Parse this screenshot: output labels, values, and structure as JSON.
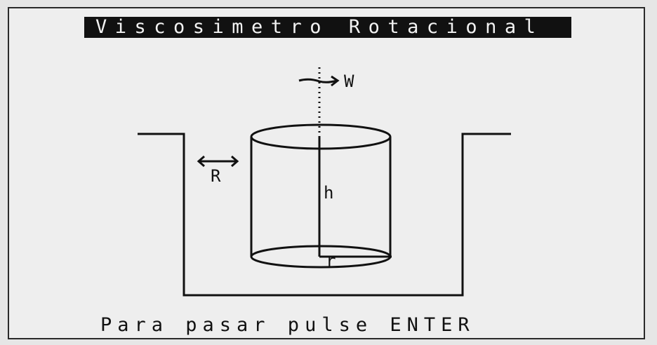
{
  "title": "Viscosimetro Rotacional",
  "labels": {
    "omega": "W",
    "outer_radius": "R",
    "height": "h",
    "inner_radius": "r"
  },
  "footer": "Para pasar pulse ENTER",
  "colors": {
    "ink": "#111111",
    "paper": "#eeeeee",
    "title_background": "#111111",
    "title_text": "#f2f2f2"
  }
}
